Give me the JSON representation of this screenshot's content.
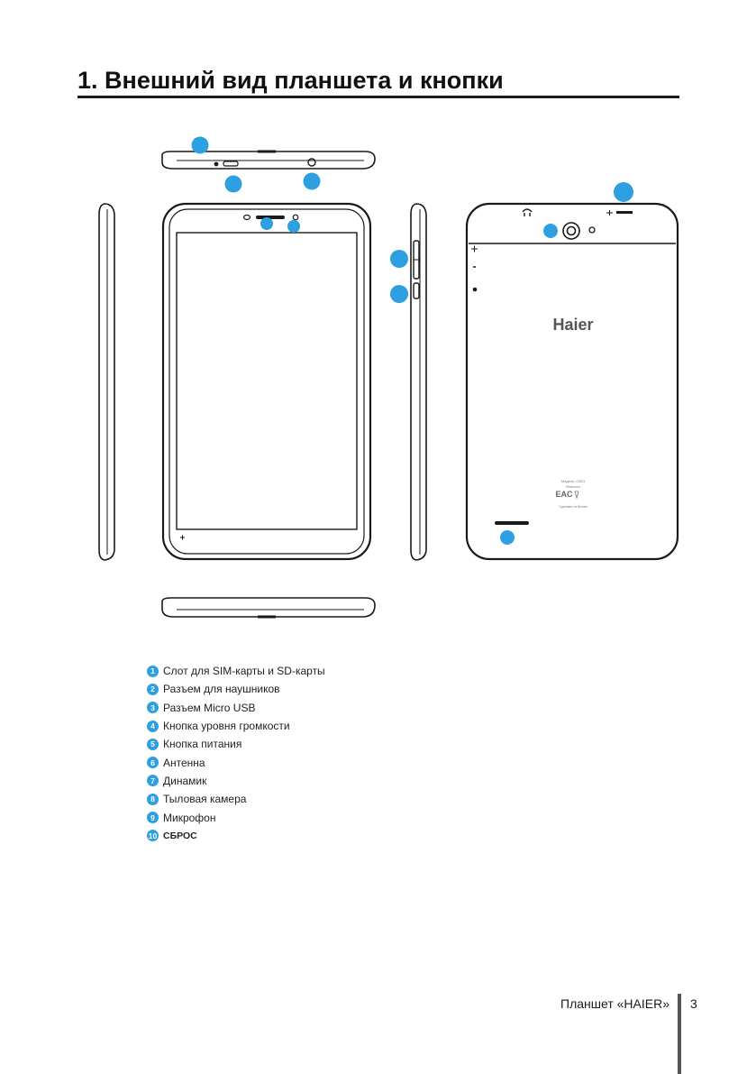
{
  "header": {
    "title": "1. Внешний вид планшета и кнопки"
  },
  "device": {
    "brand_logo": "Haier",
    "back_label_lines": [
      "Модель: G801",
      "Ёмкость",
      "Сделано в Китае"
    ],
    "eac_mark": "EAC"
  },
  "legend": {
    "items": [
      {
        "num": "1",
        "label": "Слот для SIM-карты и SD-карты"
      },
      {
        "num": "2",
        "label": "Разъем для наушников"
      },
      {
        "num": "3",
        "label": "Разъем Micro USB"
      },
      {
        "num": "4",
        "label": "Кнопка уровня громкости"
      },
      {
        "num": "5",
        "label": "Кнопка питания"
      },
      {
        "num": "6",
        "label": "Антенна"
      },
      {
        "num": "7",
        "label": "Динамик"
      },
      {
        "num": "8",
        "label": "Тыловая камера"
      },
      {
        "num": "9",
        "label": "Микрофон"
      },
      {
        "num": "10",
        "label": "СБРОС"
      }
    ]
  },
  "footer": {
    "title": "Планшет «HAIER»",
    "page_number": "3"
  },
  "colors": {
    "callout": "#2e9fe0",
    "outline": "#1a1a1a"
  }
}
